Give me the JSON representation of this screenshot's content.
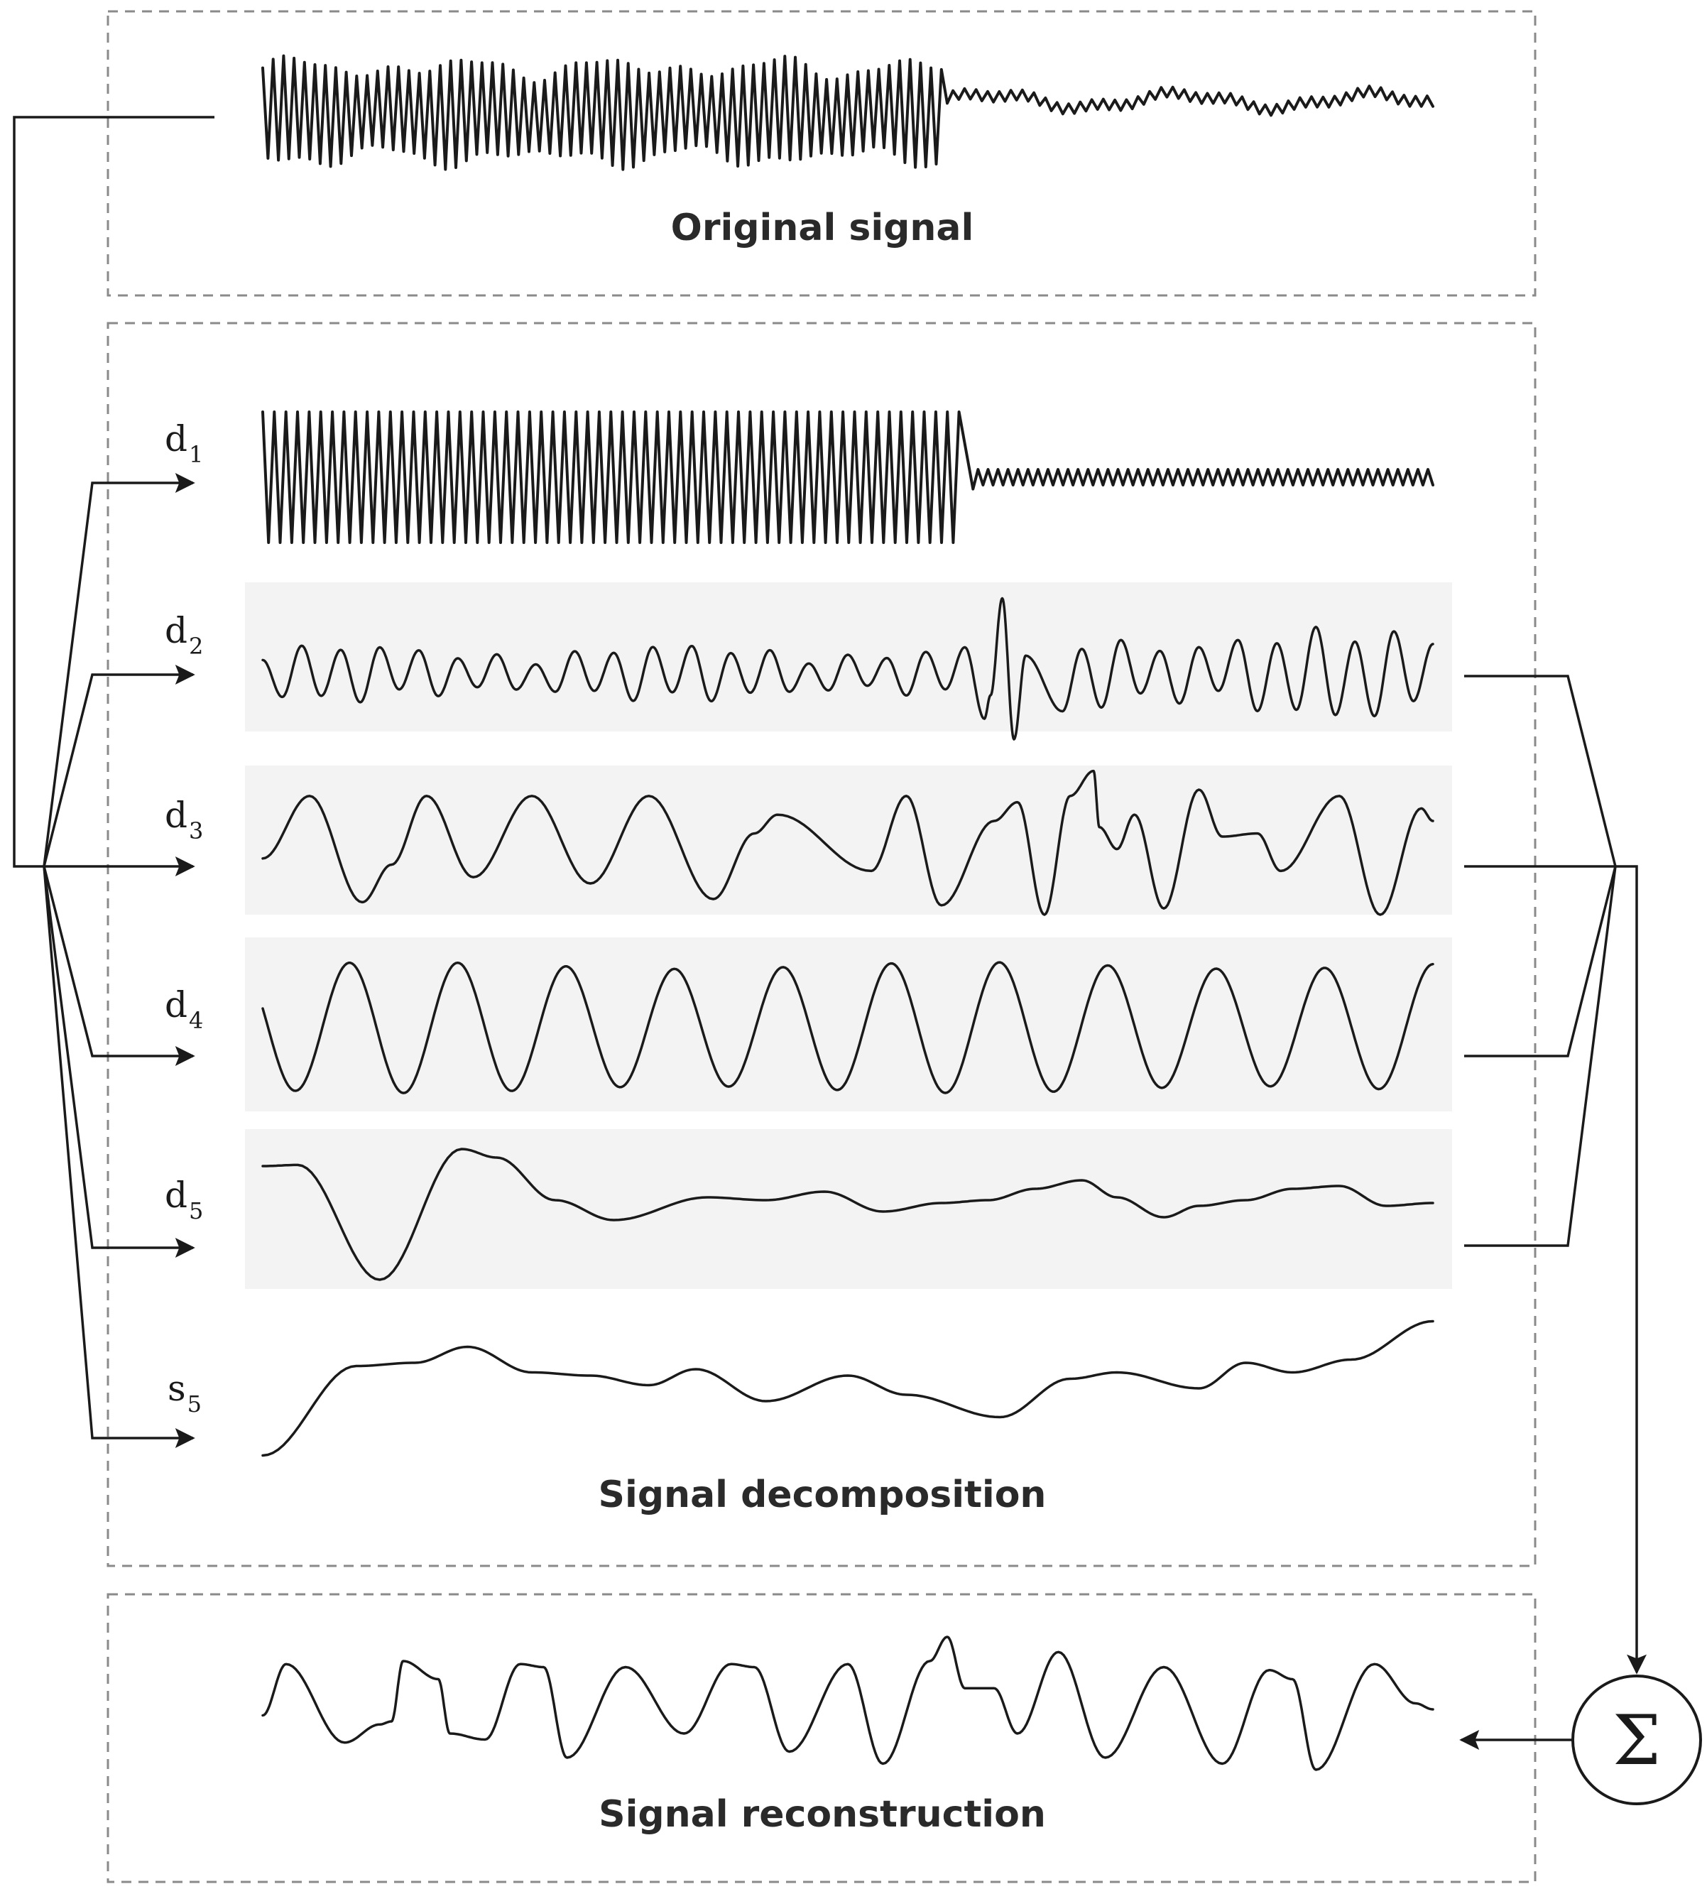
{
  "panels": {
    "original": {
      "title": "Original signal"
    },
    "decomposition": {
      "title": "Signal decomposition"
    },
    "reconstruction": {
      "title": "Signal reconstruction"
    }
  },
  "components": [
    {
      "id": "d1",
      "main": "d",
      "sub": "1",
      "selected": false
    },
    {
      "id": "d2",
      "main": "d",
      "sub": "2",
      "selected": true
    },
    {
      "id": "d3",
      "main": "d",
      "sub": "3",
      "selected": true
    },
    {
      "id": "d4",
      "main": "d",
      "sub": "4",
      "selected": true
    },
    {
      "id": "d5",
      "main": "d",
      "sub": "5",
      "selected": true
    },
    {
      "id": "s5",
      "main": "s",
      "sub": "5",
      "selected": false
    }
  ],
  "sum_symbol": "Σ",
  "colors": {
    "stroke": "#1a1a1a",
    "panel_border": "#8a8a8a",
    "highlight": "#f3f3f3"
  }
}
